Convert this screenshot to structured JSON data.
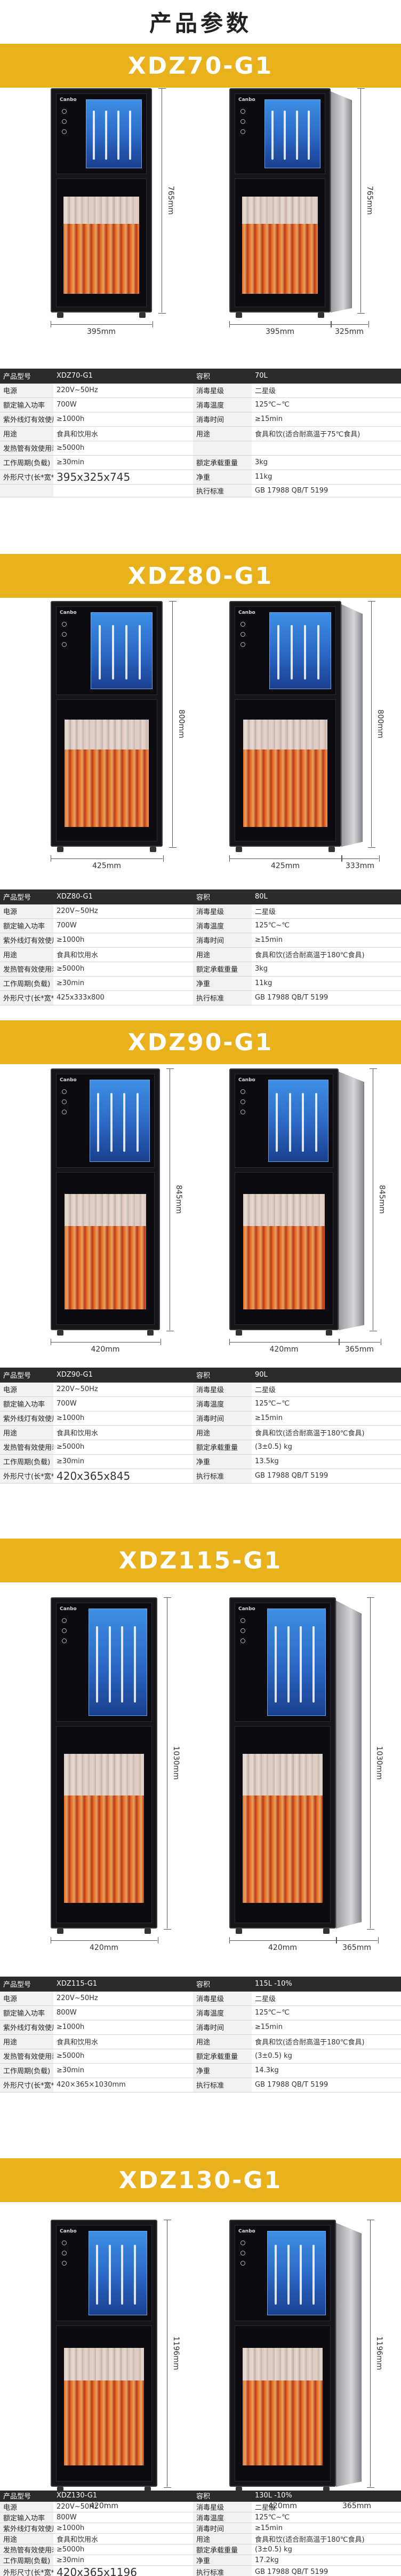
{
  "page_title": "产品参数",
  "colors": {
    "band": "#e9b21c",
    "table_header": "#2b2b2b"
  },
  "models": [
    {
      "name": "XDZ70-G1",
      "dims": {
        "height": "765mm",
        "front_width": "395mm",
        "side_width": "395mm",
        "depth": "325mm"
      },
      "spec": [
        [
          "产品型号",
          "XDZ70-G1",
          "容积",
          "70L"
        ],
        [
          "电源",
          "220V~50Hz",
          "消毒星级",
          "二星级"
        ],
        [
          "额定输入功率",
          "700W",
          "消毒温度",
          "125℃~℃"
        ],
        [
          "紫外线灯有效使用寿命",
          "≥1000h",
          "消毒时间",
          "≥15min"
        ],
        [
          "用途",
          "食具和饮用水",
          "用途",
          "食具和饮(适合耐高温于75℃食具)"
        ],
        [
          "发热管有效使用寿命",
          "≥5000h",
          "",
          ""
        ],
        [
          "工作周期(负载)",
          "≥30min",
          "额定承载重量",
          "3kg"
        ],
        [
          "外形尺寸(长*宽*高)",
          "395x325x745",
          "净重",
          "11kg"
        ],
        [
          "",
          "",
          "执行标准",
          "GB 17988 QB/T 5199"
        ]
      ]
    },
    {
      "name": "XDZ80-G1",
      "dims": {
        "height": "800mm",
        "front_width": "425mm",
        "side_width": "425mm",
        "depth": "333mm"
      },
      "spec": [
        [
          "产品型号",
          "XDZ80-G1",
          "容积",
          "80L"
        ],
        [
          "电源",
          "220V~50Hz",
          "消毒星级",
          "二星级"
        ],
        [
          "额定输入功率",
          "700W",
          "消毒温度",
          "125℃~℃"
        ],
        [
          "紫外线灯有效使用寿命",
          "≥1000h",
          "消毒时间",
          "≥15min"
        ],
        [
          "用途",
          "食具和饮用水",
          "用途",
          "食具和饮(适合耐高温于180℃食具)"
        ],
        [
          "发热管有效使用寿命",
          "≥5000h",
          "额定承载重量",
          "3kg"
        ],
        [
          "工作周期(负载)",
          "≥30min",
          "净重",
          "11kg"
        ],
        [
          "外形尺寸(长*宽*高)",
          "425x333x800",
          "执行标准",
          "GB 17988 QB/T 5199"
        ]
      ]
    },
    {
      "name": "XDZ90-G1",
      "dims": {
        "height": "845mm",
        "front_width": "420mm",
        "side_width": "420mm",
        "depth": "365mm"
      },
      "spec": [
        [
          "产品型号",
          "XDZ90-G1",
          "容积",
          "90L"
        ],
        [
          "电源",
          "220V~50Hz",
          "消毒星级",
          "二星级"
        ],
        [
          "额定输入功率",
          "700W",
          "消毒温度",
          "125℃~℃"
        ],
        [
          "紫外线灯有效使用寿命",
          "≥1000h",
          "消毒时间",
          "≥15min"
        ],
        [
          "用途",
          "食具和饮用水",
          "用途",
          "食具和饮(适合耐高温于180℃食具)"
        ],
        [
          "发热管有效使用寿命",
          "≥5000h",
          "额定承载重量",
          "(3±0.5) kg"
        ],
        [
          "工作周期(负载)",
          "≥30min",
          "净重",
          "13.5kg"
        ],
        [
          "外形尺寸(长*宽*高)",
          "420x365x845",
          "执行标准",
          "GB 17988 QB/T 5199"
        ]
      ]
    },
    {
      "name": "XDZ115-G1",
      "dims": {
        "height": "1030mm",
        "front_width": "420mm",
        "side_width": "420mm",
        "depth": "365mm"
      },
      "spec": [
        [
          "产品型号",
          "XDZ115-G1",
          "容积",
          "115L -10%"
        ],
        [
          "电源",
          "220V~50Hz",
          "消毒星级",
          "二星级"
        ],
        [
          "额定输入功率",
          "800W",
          "消毒温度",
          "125℃~℃"
        ],
        [
          "紫外线灯有效使用寿命",
          "≥1000h",
          "消毒时间",
          "≥15min"
        ],
        [
          "用途",
          "食具和饮用水",
          "用途",
          "食具和饮(适合耐高温于180℃食具)"
        ],
        [
          "发热管有效使用寿命",
          "≥5000h",
          "额定承载重量",
          "(3±0.5) kg"
        ],
        [
          "工作周期(负载)",
          "≥30min",
          "净重",
          "14.3kg"
        ],
        [
          "外形尺寸(长*宽*高)",
          "420×365×1030mm",
          "执行标准",
          "GB 17988 QB/T 5199"
        ]
      ]
    },
    {
      "name": "XDZ130-G1",
      "dims": {
        "height": "1196mm",
        "front_width": "420mm",
        "side_width": "420mm",
        "depth": "365mm"
      },
      "spec": [
        [
          "产品型号",
          "XDZ130-G1",
          "容积",
          "130L -10%"
        ],
        [
          "电源",
          "220V~50Hz",
          "消毒星级",
          "二星级"
        ],
        [
          "额定输入功率",
          "800W",
          "消毒温度",
          "125℃~℃"
        ],
        [
          "紫外线灯有效使用寿命",
          "≥1000h",
          "消毒时间",
          "≥15min"
        ],
        [
          "用途",
          "食具和饮用水",
          "用途",
          "食具和饮(适合耐高温于180℃食具)"
        ],
        [
          "发热管有效使用寿命",
          "≥5000h",
          "额定承载重量",
          "(3±0.5) kg"
        ],
        [
          "工作周期(负载)",
          "≥30min",
          "净重",
          "17.2kg"
        ],
        [
          "外形尺寸(长*宽*高)",
          "420x365x1196",
          "执行标准",
          "GB 17988 QB/T 5199"
        ]
      ]
    }
  ]
}
